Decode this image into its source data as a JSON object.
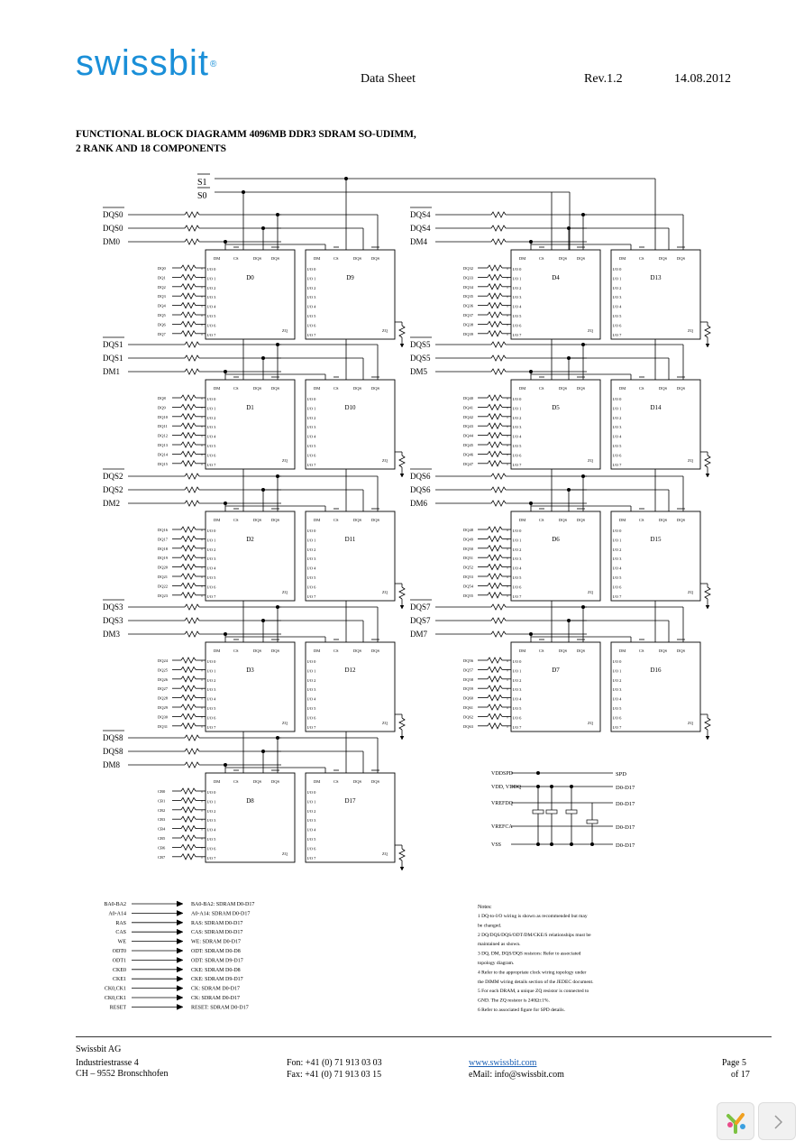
{
  "header": {
    "logo_text": "swissbit",
    "logo_mark": "®",
    "doc_type": "Data Sheet",
    "revision": "Rev.1.2",
    "date": "14.08.2012",
    "brand_color": "#1a8fd8"
  },
  "title_line1": "FUNCTIONAL BLOCK DIAGRAMM 4096MB DDR3 SDRAM SO-UDIMM,",
  "title_line2": "2 RANK AND 18 COMPONENTS",
  "diagram": {
    "select_signals": [
      "S1",
      "S0"
    ],
    "left_groups": [
      {
        "dqs_bar": "DQS0",
        "dqs": "DQS0",
        "dm": "DM0",
        "chips": [
          "D0",
          "D9"
        ],
        "dq": [
          "DQ0",
          "DQ1",
          "DQ2",
          "DQ3",
          "DQ4",
          "DQ5",
          "DQ6",
          "DQ7"
        ]
      },
      {
        "dqs_bar": "DQS1",
        "dqs": "DQS1",
        "dm": "DM1",
        "chips": [
          "D1",
          "D10"
        ],
        "dq": [
          "DQ8",
          "DQ9",
          "DQ10",
          "DQ11",
          "DQ12",
          "DQ13",
          "DQ14",
          "DQ15"
        ]
      },
      {
        "dqs_bar": "DQS2",
        "dqs": "DQS2",
        "dm": "DM2",
        "chips": [
          "D2",
          "D11"
        ],
        "dq": [
          "DQ16",
          "DQ17",
          "DQ18",
          "DQ19",
          "DQ20",
          "DQ21",
          "DQ22",
          "DQ23"
        ]
      },
      {
        "dqs_bar": "DQS3",
        "dqs": "DQS3",
        "dm": "DM3",
        "chips": [
          "D3",
          "D12"
        ],
        "dq": [
          "DQ24",
          "DQ25",
          "DQ26",
          "DQ27",
          "DQ28",
          "DQ29",
          "DQ30",
          "DQ31"
        ]
      },
      {
        "dqs_bar": "DQS8",
        "dqs": "DQS8",
        "dm": "DM8",
        "chips": [
          "D8",
          "D17"
        ],
        "dq": [
          "CB0",
          "CB1",
          "CB2",
          "CB3",
          "CB4",
          "CB5",
          "CB6",
          "CB7"
        ]
      }
    ],
    "right_groups": [
      {
        "dqs_bar": "DQS4",
        "dqs": "DQS4",
        "dm": "DM4",
        "chips": [
          "D4",
          "D13"
        ],
        "dq": [
          "DQ32",
          "DQ33",
          "DQ34",
          "DQ35",
          "DQ36",
          "DQ37",
          "DQ38",
          "DQ39"
        ]
      },
      {
        "dqs_bar": "DQS5",
        "dqs": "DQS5",
        "dm": "DM5",
        "chips": [
          "D5",
          "D14"
        ],
        "dq": [
          "DQ40",
          "DQ41",
          "DQ42",
          "DQ43",
          "DQ44",
          "DQ45",
          "DQ46",
          "DQ47"
        ]
      },
      {
        "dqs_bar": "DQS6",
        "dqs": "DQS6",
        "dm": "DM6",
        "chips": [
          "D6",
          "D15"
        ],
        "dq": [
          "DQ48",
          "DQ49",
          "DQ50",
          "DQ51",
          "DQ52",
          "DQ53",
          "DQ54",
          "DQ55"
        ]
      },
      {
        "dqs_bar": "DQS7",
        "dqs": "DQS7",
        "dm": "DM7",
        "chips": [
          "D7",
          "D16"
        ],
        "dq": [
          "DQ56",
          "DQ57",
          "DQ58",
          "DQ59",
          "DQ60",
          "DQ61",
          "DQ62",
          "DQ63"
        ]
      }
    ],
    "chip_top_pins": [
      "DM",
      "CS",
      "DQS",
      "DQS"
    ],
    "chip_io_pins": [
      "I/O 0",
      "I/O 1",
      "I/O 2",
      "I/O 3",
      "I/O 4",
      "I/O 5",
      "I/O 6",
      "I/O 7"
    ],
    "chip_zq_pin": "ZQ",
    "power": [
      {
        "label": "VDDSPD",
        "target": "SPD"
      },
      {
        "label": "VDD, VDDQ",
        "target": "D0-D17"
      },
      {
        "label": "VREFDQ",
        "target": "D0-D17"
      },
      {
        "label": "VREFCA",
        "target": "D0-D17"
      },
      {
        "label": "VSS",
        "target": "D0-D17"
      }
    ],
    "signals": [
      {
        "src": "BA0-BA2",
        "dst": "BA0-BA2: SDRAM D0-D17"
      },
      {
        "src": "A0-A14",
        "dst": "A0-A14: SDRAM D0-D17"
      },
      {
        "src": "RAS",
        "dst": "RAS: SDRAM D0-D17"
      },
      {
        "src": "CAS",
        "dst": "CAS: SDRAM D0-D17"
      },
      {
        "src": "WE",
        "dst": "WE: SDRAM D0-D17"
      },
      {
        "src": "ODT0",
        "dst": "ODT: SDRAM D0-D8"
      },
      {
        "src": "ODT1",
        "dst": "ODT: SDRAM D9-D17"
      },
      {
        "src": "CKE0",
        "dst": "CKE: SDRAM D0-D8"
      },
      {
        "src": "CKE1",
        "dst": "CKE: SDRAM D9-D17"
      },
      {
        "src": "CK0,CK1",
        "dst": "CK: SDRAM D0-D17"
      },
      {
        "src": "CK0,CK1",
        "dst": "CK: SDRAM D0-D17"
      },
      {
        "src": "RESET",
        "dst": "RESET: SDRAM D0-D17"
      }
    ],
    "notes_title": "Notes:",
    "notes": [
      "1   DQ-to-I/O wiring is shown as recommended but may",
      "      be changed.",
      "2   DQ/DQS/DQS/ODT/DM/CKE/S relationships must be",
      "      maintained as shown.",
      "3   DQ, DM, DQS/DQS resistors: Refer to associated",
      "      topology diagram.",
      "4   Refer to the appropriate clock wiring topology under",
      "      the DIMM wiring details section of the JEDEC document.",
      "5      For each DRAM, a unique ZQ resistor is connected to",
      "      GND. The ZQ resistor is 240Ω±1%.",
      "6   Refer to associated figure for SPD details."
    ]
  },
  "footer": {
    "company": "Swissbit AG",
    "street": "Industriestrasse 4",
    "city": "CH    – 9552 Bronschhofen",
    "phone": "Fon: +41 (0) 71 913 03 03",
    "fax": "Fax: +41 (0) 71 913 03 15",
    "web": "www.swissbit.com",
    "email": "eMail: info@swissbit.com",
    "page": "Page 5",
    "of": "of 17"
  },
  "viewer": {
    "prev_icon": "pdf-viewer-logo-icon",
    "next_icon": "chevron-right-icon"
  }
}
